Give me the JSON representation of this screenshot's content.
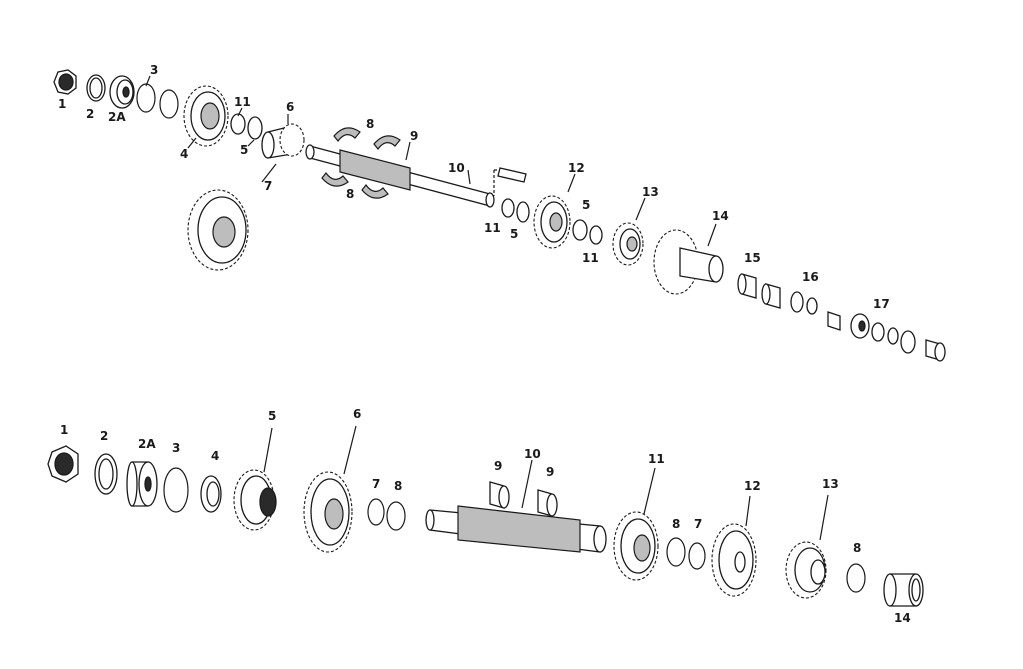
{
  "upper_shaft": {
    "labels": [
      "1",
      "2",
      "2A",
      "3",
      "4",
      "11",
      "5",
      "6",
      "7",
      "8",
      "9",
      "10",
      "8",
      "11",
      "5",
      "12",
      "5",
      "11",
      "13",
      "14",
      "15",
      "16",
      "17"
    ]
  },
  "lower_shaft": {
    "labels": [
      "1",
      "2",
      "2A",
      "3",
      "4",
      "5",
      "6",
      "7",
      "8",
      "9",
      "10",
      "9",
      "11",
      "8",
      "7",
      "12",
      "13",
      "8",
      "14"
    ]
  }
}
